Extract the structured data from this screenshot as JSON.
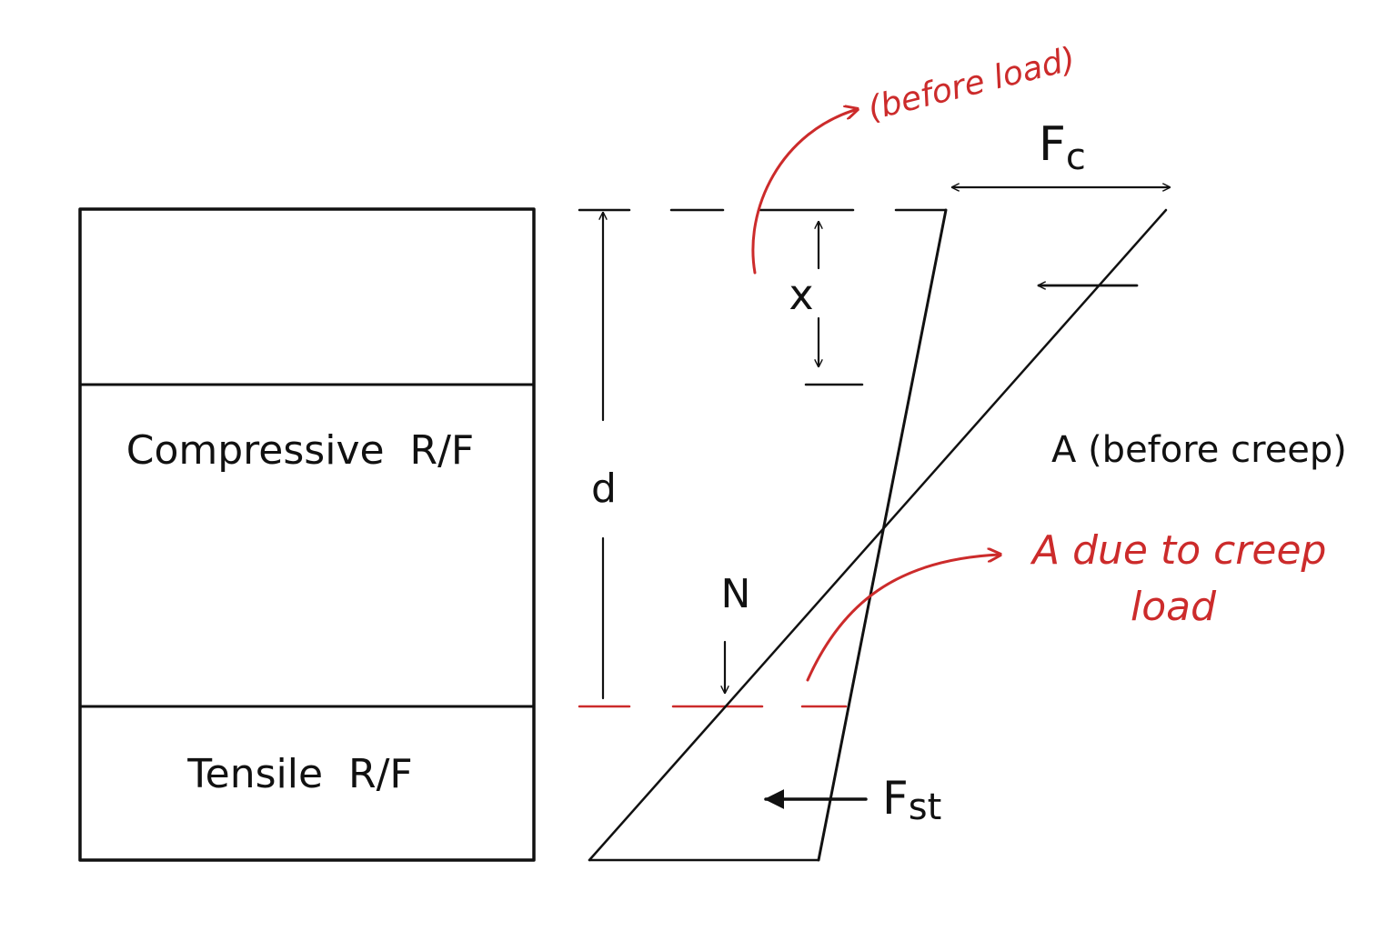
{
  "section": {
    "compressive_label": "Compressive  R/F",
    "tensile_label": "Tensile  R/F"
  },
  "dimensions": {
    "d_label": "d",
    "x_label": "x",
    "n_label": "N"
  },
  "forces": {
    "fc_main": "F",
    "fc_sub": "c",
    "fst_main": "F",
    "fst_sub": "st"
  },
  "annotations": {
    "before_load": "(before load)",
    "before_creep": "A (before creep)",
    "due_to_creep_line1": "A due to creep",
    "due_to_creep_line2": "load"
  },
  "colors": {
    "ink": "#111111",
    "annotation_red": "#cc2b2b"
  }
}
